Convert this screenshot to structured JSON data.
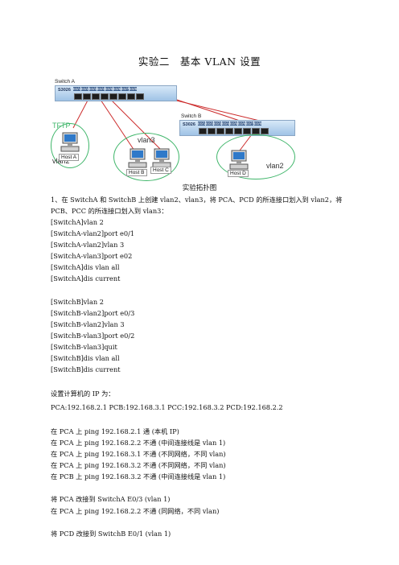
{
  "title": "实验二　基本 VLAN 设置",
  "diagram": {
    "switch_a": {
      "name": "Switch A",
      "model": "S3026",
      "ports": [
        "E0/1",
        "E0/2",
        "E0/3",
        "E0/4",
        "E0/5",
        "E0/6",
        "E0/7",
        "E0/8"
      ]
    },
    "switch_b": {
      "name": "Switch B",
      "model": "S3026",
      "ports": [
        "E0/1",
        "E0/2",
        "E0/3",
        "E0/4",
        "E0/5",
        "E0/6",
        "E0/7",
        "E0/8"
      ]
    },
    "hosts": {
      "a": "Host A",
      "b": "Host B",
      "c": "Host C",
      "d": "Host D"
    },
    "vlans": {
      "left_top": "TFTP",
      "left_bottom": "vlan2",
      "middle": "vlan3",
      "right": "vlan2"
    },
    "colors": {
      "ellipse": "#3fb66a",
      "link": "#cc2b2b",
      "switch": "#9fc3e6"
    }
  },
  "caption": "实验拓扑图",
  "intro": [
    "1、在 SwitchA 和 SwitchB 上创建 vlan2、vlan3，将 PCA、PCD 的所连接口划入到 vlan2，将",
    "PCB、PCC 的所连接口划入到 vlan3："
  ],
  "switch_a_cmds": [
    "[SwitchA]vlan 2",
    "[SwitchA-vlan2]port e0/1",
    "[SwitchA-vlan2]vlan 3",
    "[SwitchA-vlan3]port e02",
    "[SwitchA]dis vlan all",
    "[SwitchA]dis current"
  ],
  "switch_b_cmds": [
    "[SwitchB]vlan 2",
    "[SwitchB-vlan2]port e0/3",
    "[SwitchB-vlan2]vlan 3",
    "[SwitchB-vlan3]port e0/2",
    "[SwitchB-vlan3]quit",
    "[SwitchB]dis vlan all",
    "[SwitchB]dis current"
  ],
  "ip_heading": "设置计算机的 IP 为：",
  "ip_line": "PCA:192.168.2.1    PCB:192.168.3.1    PCC:192.168.3.2    PCD:192.168.2.2",
  "ping_tests": [
    "在 PCA 上 ping 192.168.2.1    通      (本机 IP)",
    "在 PCA 上 ping 192.168.2.2    不通  (中间连接线是 vlan 1)",
    "在 PCA 上 ping 192.168.3.1    不通  (不同网络，不同 vlan)",
    "在 PCA 上 ping 192.168.3.2    不通  (不同网络，不同 vlan)",
    "在 PCB 上 ping 192.168.3.2    不通  (中间连接线是 vlan 1)"
  ],
  "pca_move": "将 PCA 改接到 SwitchA E0/3 (vlan 1)",
  "pca_move_test": "在 PCA 上 ping 192.168.2.2    不通  (同网络，不同 vlan)",
  "pcd_move": "将 PCD 改接到 SwitchB E0/1 (vlan 1)"
}
